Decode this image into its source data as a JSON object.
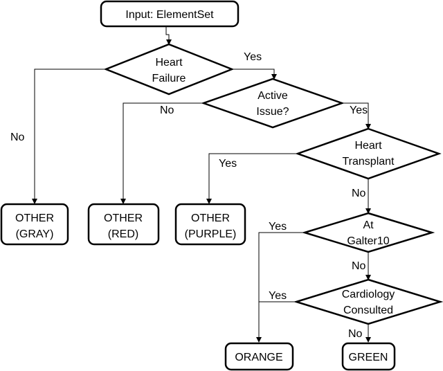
{
  "diagram": {
    "start": {
      "label": "Input: ElementSet"
    },
    "decisions": {
      "heart_failure": {
        "lines": [
          "Heart",
          "Failure"
        ]
      },
      "active_issue": {
        "lines": [
          "Active",
          "Issue?"
        ]
      },
      "heart_transplant": {
        "lines": [
          "Heart",
          "Transplant"
        ]
      },
      "at_galter10": {
        "lines": [
          "At",
          "Galter10"
        ]
      },
      "cardiology_consulted": {
        "lines": [
          "Cardiology",
          "Consulted"
        ]
      }
    },
    "outcomes": {
      "other_gray": {
        "lines": [
          "OTHER",
          "(GRAY)"
        ]
      },
      "other_red": {
        "lines": [
          "OTHER",
          "(RED)"
        ]
      },
      "other_purple": {
        "lines": [
          "OTHER",
          "(PURPLE)"
        ]
      },
      "orange": {
        "label": "ORANGE"
      },
      "green": {
        "label": "GREEN"
      }
    },
    "edge_labels": {
      "hf_yes": "Yes",
      "hf_no": "No",
      "ai_yes": "Yes",
      "ai_no": "No",
      "ht_yes": "Yes",
      "ht_no": "No",
      "ag_yes": "Yes",
      "ag_no": "No",
      "cc_yes": "Yes",
      "cc_no": "No"
    },
    "colors": {
      "stroke": "#000000",
      "fill": "#ffffff",
      "text": "#000000"
    }
  }
}
